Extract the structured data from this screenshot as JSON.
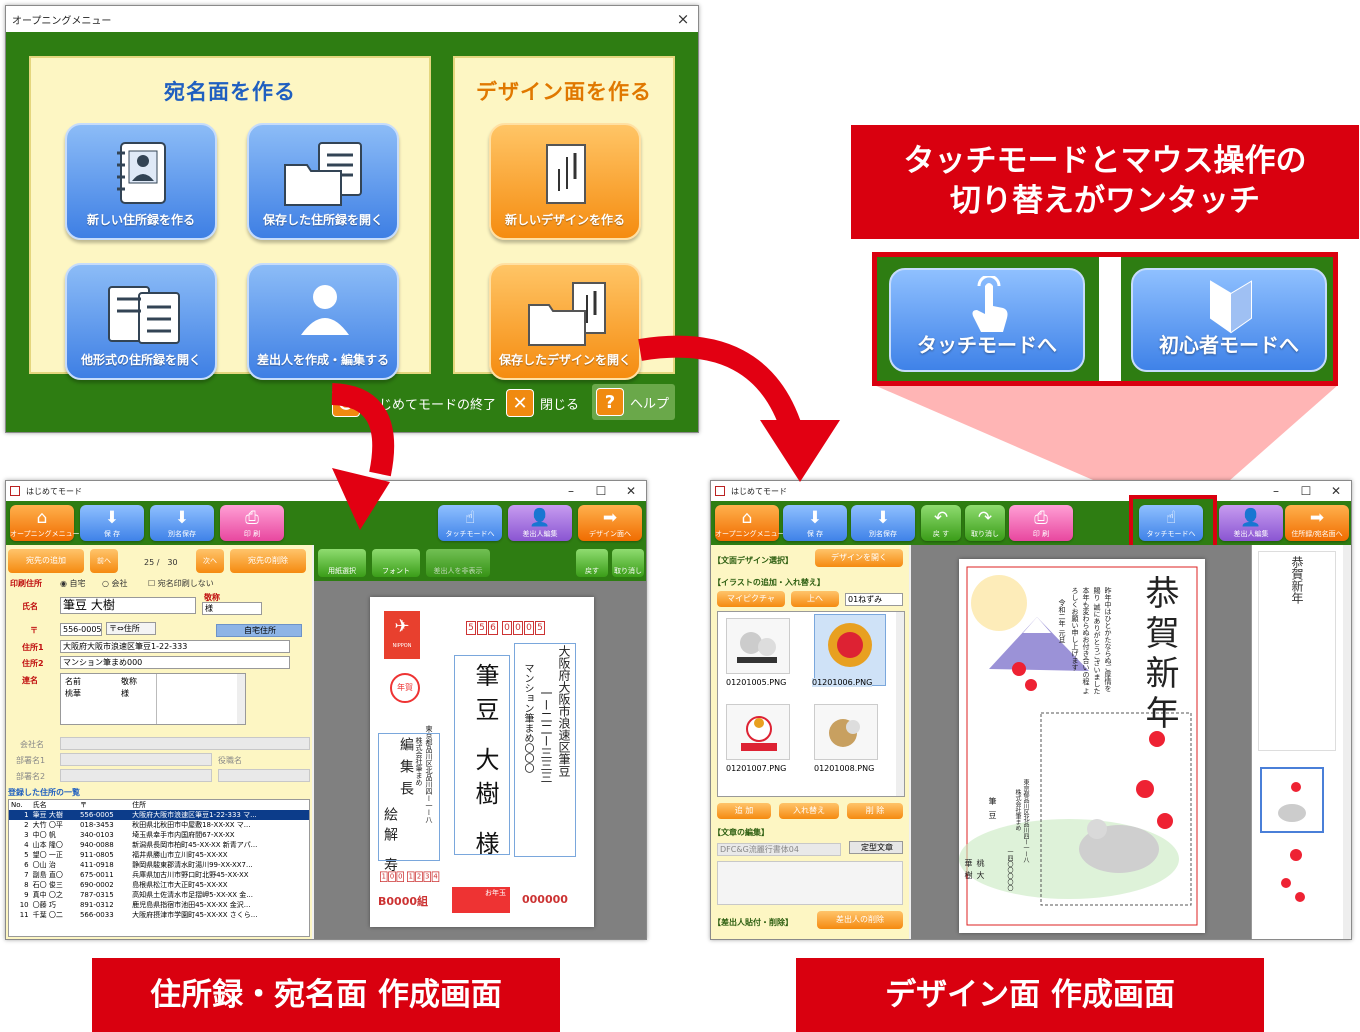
{
  "opening_menu": {
    "title": "オープニングメニュー",
    "close_glyph": "×",
    "address_panel": {
      "title": "宛名面を作る",
      "buttons": [
        "新しい住所録を作る",
        "保存した住所録を開く",
        "他形式の住所録を開く",
        "差出人を作成・編集する"
      ]
    },
    "design_panel": {
      "title": "デザイン面を作る",
      "buttons": [
        "新しいデザインを作る",
        "保存したデザインを開く"
      ]
    },
    "footer": {
      "exit_label": "はじめてモードの終了",
      "close_label": "閉じる",
      "help_label": "ヘルプ"
    }
  },
  "callout_top": {
    "line1": "タッチモードとマウス操作の",
    "line2": "切り替えがワンタッチ"
  },
  "mode_buttons": {
    "touch": "タッチモードへ",
    "beginner": "初心者モードへ"
  },
  "address_window": {
    "title": "はじめてモード",
    "toolbar": {
      "opening": "オープニングメニュー",
      "save": "保 存",
      "save_as": "別名保存",
      "print": "印 刷",
      "touch": "タッチモードへ",
      "sender_edit": "差出人編集",
      "to_design": "デザイン面へ"
    },
    "form_bar": {
      "add": "宛先の追加",
      "prev": "前へ",
      "counter": "25 /　30",
      "next": "次へ",
      "delete": "宛先の削除"
    },
    "print_address": {
      "label": "印刷住所",
      "home": "自宅",
      "company": "会社",
      "no_print": "宛名印刷しない"
    },
    "name_label": "氏名",
    "name_value": "筆豆 大樹",
    "honorific_label": "敬称",
    "honorific_value": "様",
    "zip_label": "〒",
    "zip_value": "556-0005",
    "zip_btn": "〒⇔住所",
    "home_addr_btn": "自宅住所",
    "addr1_label": "住所1",
    "addr1_value": "大阪府大阪市浪速区筆豆1-22-333",
    "addr2_label": "住所2",
    "addr2_value": "マンション筆まめ000",
    "joint_label": "連名",
    "joint_headers": [
      "名前",
      "敬称"
    ],
    "joint_rows": [
      [
        "桃華",
        "様"
      ]
    ],
    "company_label": "会社名",
    "dept1_label": "部署名1",
    "dept2_label": "部署名2",
    "title_label": "役職名",
    "list_title": "登録した住所の一覧",
    "list_headers": [
      "No.",
      "氏名",
      "〒",
      "住所"
    ],
    "list_rows": [
      [
        "1",
        "筆豆 大樹",
        "556-0005",
        "大阪府大阪市浪速区筆豆1-22-333 マ..."
      ],
      [
        "2",
        "大竹 〇平",
        "018-3453",
        "秋田県北秋田市中屋敷18-XX-XX マ..."
      ],
      [
        "3",
        "中〇 帆",
        "340-0103",
        "埼玉県幸手市内国府間67-XX-XX"
      ],
      [
        "4",
        "山本 隆〇",
        "940-0088",
        "新潟県長岡市柏町45-XX-XX 新青アパ..."
      ],
      [
        "5",
        "望〇 一正",
        "911-0805",
        "福井県勝山市立川町45-XX-XX"
      ],
      [
        "6",
        "〇山 治",
        "411-0918",
        "静岡県駿東郡清水町湯川99-XX-XX7..."
      ],
      [
        "7",
        "副島 直〇",
        "675-0011",
        "兵庫県加古川市野口町北野45-XX-XX"
      ],
      [
        "8",
        "石〇 俊三",
        "690-0002",
        "島根県松江市大正町45-XX-XX"
      ],
      [
        "9",
        "真中 〇之",
        "787-0315",
        "高知県土佐清水市足摺岬5-XX-XX 金..."
      ],
      [
        "10",
        "〇藤 巧",
        "891-0312",
        "鹿児島県指宿市池田45-XX-XX 金沢..."
      ],
      [
        "11",
        "千葉 〇二",
        "566-0033",
        "大阪府摂津市学園町45-XX-XX さくら..."
      ]
    ],
    "preview_toolbar": {
      "paper": "用紙選択",
      "font": "フォント",
      "hide_sender": "差出人を非表示",
      "undo": "戻す",
      "redo": "取り消し"
    },
    "postcard": {
      "zip": [
        "5",
        "5",
        "6",
        "0",
        "0",
        "0",
        "5"
      ],
      "addr_line1": "大阪府大阪市浪速区筆豆",
      "addr_line2": "一ー二二ー三三三",
      "addr_line3": "マンション筆まめ〇〇〇",
      "name_family": "筆豆",
      "name_given": "大樹",
      "name_suffix": "様",
      "sender_addr": "東京都品川区北品川四ー一ー八",
      "sender_company": "株式会社筆まめ",
      "sender_dept": "編集長",
      "sender_name": "絵解 寿",
      "sender_zip": [
        "1",
        "0",
        "0",
        "1",
        "2",
        "3",
        "4"
      ],
      "stamp_brand": "NIPPON",
      "stamp_value": "年賀",
      "lottery_group": "B0000組",
      "lottery_number": "000000",
      "otoshidama": "お年玉"
    }
  },
  "design_window": {
    "title": "はじめてモード",
    "toolbar": {
      "opening": "オープニングメニュー",
      "save": "保 存",
      "save_as": "別名保存",
      "undo": "戻 す",
      "redo": "取り消し",
      "print": "印 刷",
      "touch": "タッチモードへ",
      "sender_edit": "差出人編集",
      "to_address": "住所録/宛名面へ"
    },
    "section_design": "【文面デザイン選択】",
    "open_design_btn": "デザインを開く",
    "section_illust": "【イラストの追加・入れ替え】",
    "my_picture_btn": "マイピクチャ",
    "up_btn": "上へ",
    "folder_select": "01ねずみ",
    "thumbnails": [
      "01201005.PNG",
      "01201006.PNG",
      "01201007.PNG",
      "01201008.PNG"
    ],
    "add_btn": "追 加",
    "replace_btn": "入れ替え",
    "delete_btn": "削 除",
    "section_text": "【文章の編集】",
    "font_select": "DFC&G流麗行書体04",
    "fixed_text_btn": "定型文章",
    "section_sender": "【差出人貼付・削除】",
    "delete_sender_btn": "差出人の削除",
    "card": {
      "heading": "恭賀新年",
      "greeting": "昨年中はひとかたならぬご厚情を賜り 誠にありがとうございました 本年も変わらぬお付き合いの程 よろしくお願い申し上げます",
      "date": "令和二年 元旦",
      "sender_addr": "東京都品川区北品川四ー一ー八",
      "sender_company": "株式会社筆まめ",
      "sender_zip": "一四〇〇〇〇〇",
      "name1": "筆豆",
      "name2": "桃大",
      "name3": "華樹"
    }
  },
  "caption_left": "住所録・宛名面 作成画面",
  "caption_right": "デザイン面 作成画面",
  "colors": {
    "frame_green": "#2e7d12",
    "panel_yellow": "#fdf6c3",
    "accent_red": "#d9000f",
    "btn_blue": "#3e7fe4",
    "btn_orange": "#f58c10"
  }
}
